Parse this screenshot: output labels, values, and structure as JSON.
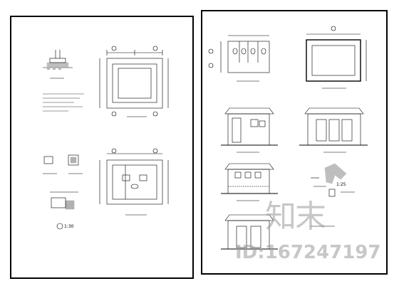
{
  "drawing": {
    "scale_left": "1:30",
    "scale_right": "1:25"
  },
  "watermark": {
    "logo_text": "知末",
    "id_text": "ID:167247197"
  },
  "colors": {
    "line": "#000000",
    "watermark": "#9a9a9a"
  }
}
